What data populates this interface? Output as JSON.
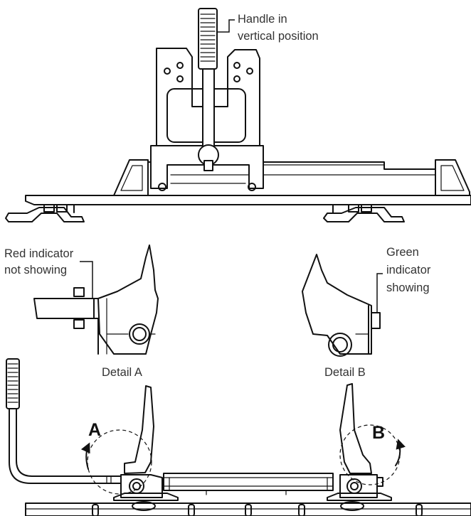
{
  "labels": {
    "handle": [
      "Handle in",
      "vertical position"
    ],
    "red": [
      "Red indicator",
      "not showing"
    ],
    "green": [
      "Green",
      "indicator",
      "showing"
    ],
    "detail_a": "Detail A",
    "detail_b": "Detail B",
    "arrow_a": "A",
    "arrow_b": "B"
  }
}
